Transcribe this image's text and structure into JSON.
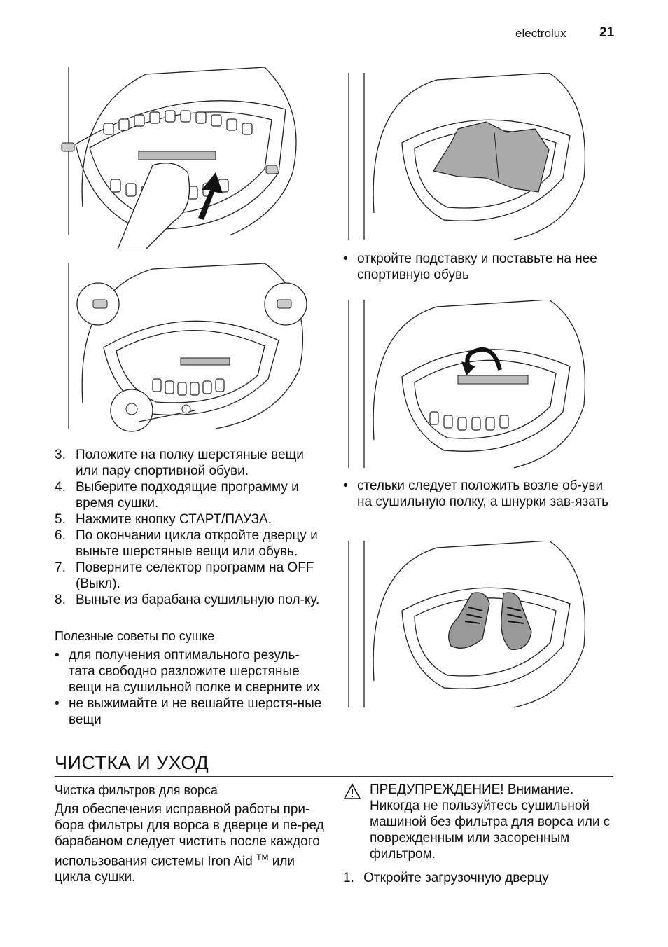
{
  "header": {
    "brand": "electrolux",
    "page_number": "21"
  },
  "left_column": {
    "steps": [
      {
        "num": "3.",
        "text": "Положите на полку шерстяные вещи или пару спортивной обуви."
      },
      {
        "num": "4.",
        "text": "Выберите подходящие программу и время сушки."
      },
      {
        "num": "5.",
        "text": "Нажмите кнопку СТАРТ/ПАУЗА."
      },
      {
        "num": "6.",
        "text": "По окончании цикла откройте дверцу и выньте шерстяные вещи или обувь."
      },
      {
        "num": "7.",
        "text": "Поверните селектор программ на OFF (Выкл)."
      },
      {
        "num": "8.",
        "text": "Выньте из барабана сушильную пол-ку."
      }
    ],
    "tips_heading": "Полезные советы по сушке",
    "tips": [
      "для получения оптимального резуль-тата свободно разложите шерстяные вещи на сушильной полке и сверните их",
      "не выжимайте и не вешайте шерстя-ные вещи"
    ]
  },
  "right_column": {
    "bullet_1": "откройте подставку и поставьте на нее спортивную обувь",
    "bullet_2": "стельки следует положить возле об-уви на сушильную полку, а шнурки зав-язать"
  },
  "section": {
    "title": "ЧИСТКА И УХОД",
    "sub_heading": "Чистка фильтров для ворса",
    "body_main": "Для обеспечения исправной работы при-бора фильтры для ворса в дверце и пе-ред барабаном следует чистить после каждого использования системы Iron Aid",
    "body_tm": "TM",
    "body_end": " или цикла сушки.",
    "warning_label": "ПРЕДУПРЕЖДЕНИЕ!",
    "warning_text": " Внимание. Никогда не пользуйтесь сушильной машиной без фильтра для ворса или с поврежденным или засоренным фильтром.",
    "open_step_num": "1.",
    "open_step_text": "Откройте загрузочную дверцу"
  }
}
